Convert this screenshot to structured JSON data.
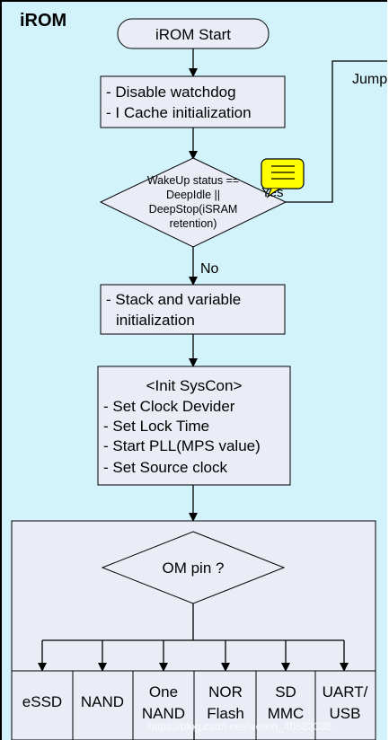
{
  "title": "iROM",
  "start": "iROM Start",
  "box1": [
    "- Disable watchdog",
    "- I Cache initialization"
  ],
  "wake": [
    "WakeUp status ==",
    "DeepIdle ||",
    "DeepStop(iSRAM",
    "retention)"
  ],
  "yes_label": "Yes",
  "no_label": "No",
  "jump_label": "Jump",
  "box2": [
    "- Stack and variable",
    "initialization"
  ],
  "box3": [
    "<Init SysCon>",
    "- Set Clock Devider",
    "- Set Lock Time",
    "- Start PLL(MPS value)",
    "- Set Source clock"
  ],
  "om_label": "OM pin ?",
  "boot_options": [
    {
      "lines": [
        "eSSD"
      ]
    },
    {
      "lines": [
        "NAND"
      ]
    },
    {
      "lines": [
        "One",
        "NAND"
      ]
    },
    {
      "lines": [
        "NOR",
        "Flash"
      ]
    },
    {
      "lines": [
        "SD",
        "MMC"
      ]
    },
    {
      "lines": [
        "UART/",
        "USB"
      ]
    }
  ],
  "watermark": "https://blog.csdn.net/weixin_40583338",
  "colors": {
    "panel": "#d2f3fb",
    "box": "#eaedf6",
    "note": "#ffff00"
  }
}
